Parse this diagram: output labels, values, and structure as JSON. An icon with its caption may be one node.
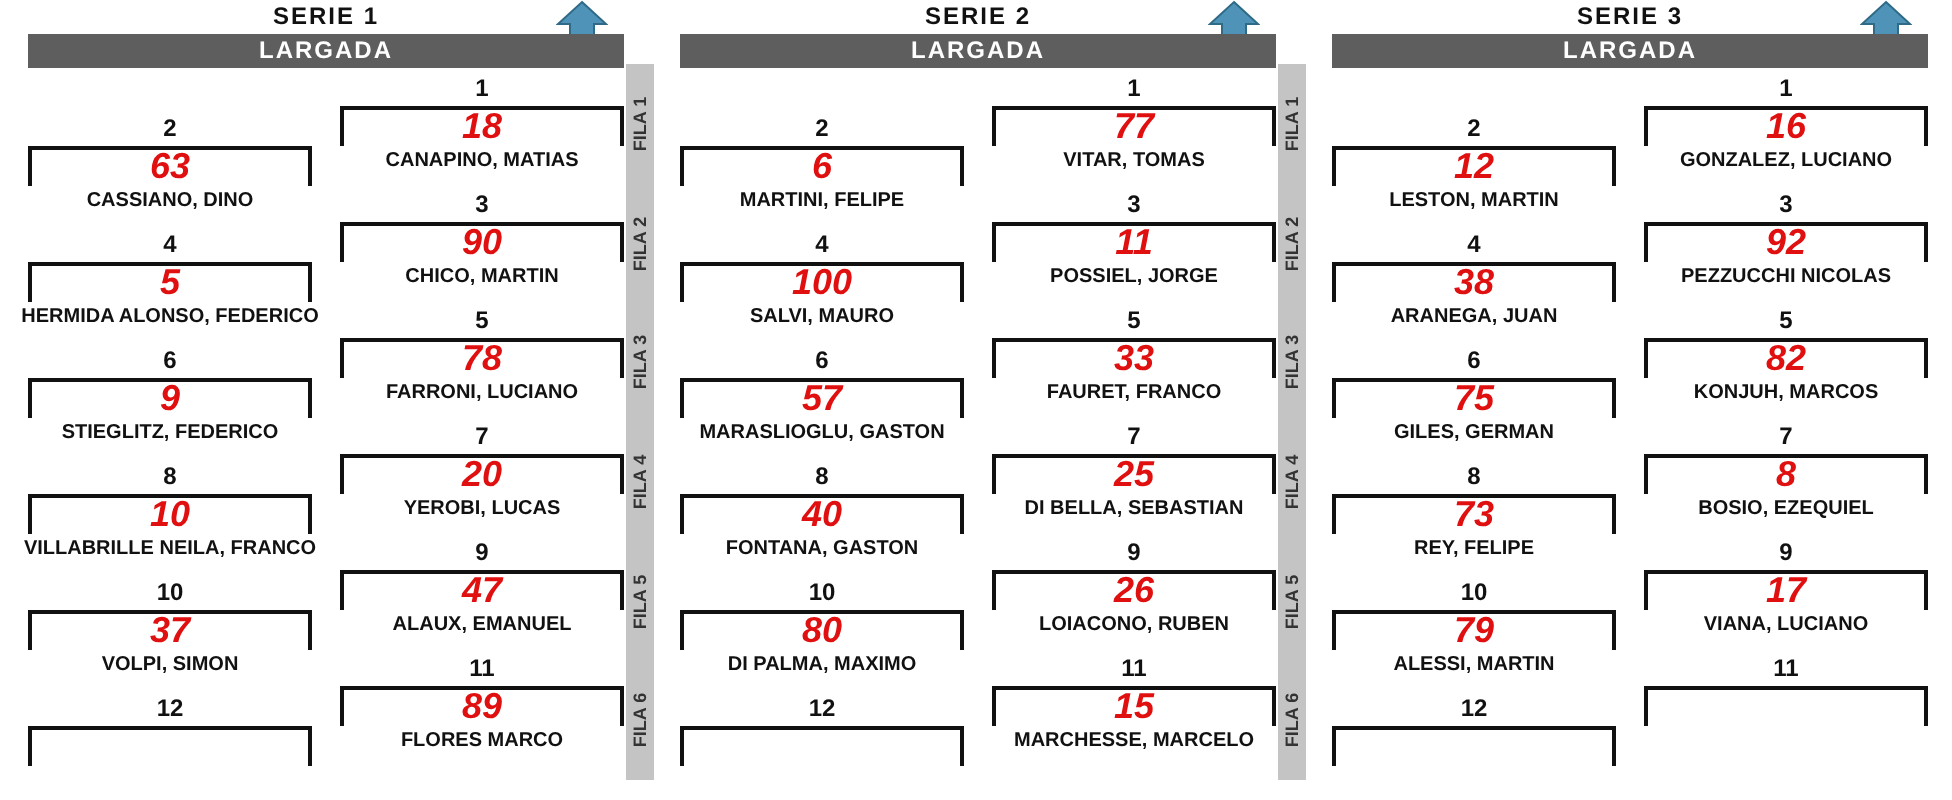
{
  "diagram": {
    "nodes": [
      {
        "text": [
          "SERIE 1",
          "LARGADA"
        ]
      },
      {
        "text": [
          "1",
          "18",
          "CANAPINO, MATIAS"
        ]
      },
      {
        "text": [
          "2",
          "63",
          "CASSIANO, DINO"
        ]
      },
      {
        "text": [
          "3",
          "90",
          "CHICO, MARTIN"
        ]
      },
      {
        "text": [
          "4",
          "5",
          "HERMIDA ALONSO, FEDERICO"
        ]
      },
      {
        "text": [
          "5",
          "78",
          "FARRONI, LUCIANO"
        ]
      },
      {
        "text": [
          "6",
          "9",
          "STIEGLITZ, FEDERICO"
        ]
      },
      {
        "text": [
          "7",
          "20",
          "YEROBI, LUCAS"
        ]
      },
      {
        "text": [
          "8",
          "10",
          "VILLABRILLE NEILA, FRANCO"
        ]
      },
      {
        "text": [
          "9",
          "47",
          "ALAUX, EMANUEL"
        ]
      },
      {
        "text": [
          "10",
          "37",
          "VOLPI, SIMON"
        ]
      },
      {
        "text": [
          "11",
          "89",
          "FLORES MARCO"
        ]
      },
      {
        "text": [
          "12"
        ]
      },
      {
        "text": [
          "SERIE 2",
          "LARGADA"
        ]
      },
      {
        "text": [
          "1",
          "77",
          "VITAR, TOMAS"
        ]
      },
      {
        "text": [
          "2",
          "6",
          "MARTINI, FELIPE"
        ]
      },
      {
        "text": [
          "3",
          "11",
          "POSSIEL, JORGE"
        ]
      },
      {
        "text": [
          "4",
          "100",
          "SALVI, MAURO"
        ]
      },
      {
        "text": [
          "5",
          "33",
          "FAURET, FRANCO"
        ]
      },
      {
        "text": [
          "6",
          "57",
          "MARASLIOGLU, GASTON"
        ]
      },
      {
        "text": [
          "7",
          "25",
          "DI BELLA, SEBASTIAN"
        ]
      },
      {
        "text": [
          "8",
          "40",
          "FONTANA, GASTON"
        ]
      },
      {
        "text": [
          "9",
          "26",
          "LOIACONO, RUBEN"
        ]
      },
      {
        "text": [
          "10",
          "80",
          "DI PALMA, MAXIMO"
        ]
      },
      {
        "text": [
          "11",
          "15",
          "MARCHESSE, MARCELO"
        ]
      },
      {
        "text": [
          "12"
        ]
      },
      {
        "text": [
          "SERIE 3",
          "LARGADA"
        ]
      },
      {
        "text": [
          "1",
          "16",
          "GONZALEZ, LUCIANO"
        ]
      },
      {
        "text": [
          "2",
          "12",
          "LESTON, MARTIN"
        ]
      },
      {
        "text": [
          "3",
          "92",
          "PEZZUCCHI NICOLAS"
        ]
      },
      {
        "text": [
          "4",
          "38",
          "ARANEGA, JUAN"
        ]
      },
      {
        "text": [
          "5",
          "82",
          "KONJUH, MARCOS"
        ]
      },
      {
        "text": [
          "6",
          "75",
          "GILES, GERMAN"
        ]
      },
      {
        "text": [
          "7",
          "8",
          "BOSIO, EZEQUIEL"
        ]
      },
      {
        "text": [
          "8",
          "73",
          "REY, FELIPE"
        ]
      },
      {
        "text": [
          "9",
          "17",
          "VIANA, LUCIANO"
        ]
      },
      {
        "text": [
          "10",
          "79",
          "ALESSI, MARTIN"
        ]
      },
      {
        "text": [
          "11"
        ]
      },
      {
        "text": [
          "12"
        ]
      },
      {
        "text": [
          "FILA 1",
          "FILA 2",
          "FILA 3",
          "FILA 4",
          "FILA 5",
          "FILA 6"
        ]
      },
      {
        "text": [
          "FILA 1",
          "FILA 2",
          "FILA 3",
          "FILA 4",
          "FILA 5",
          "FILA 6"
        ]
      }
    ]
  }
}
